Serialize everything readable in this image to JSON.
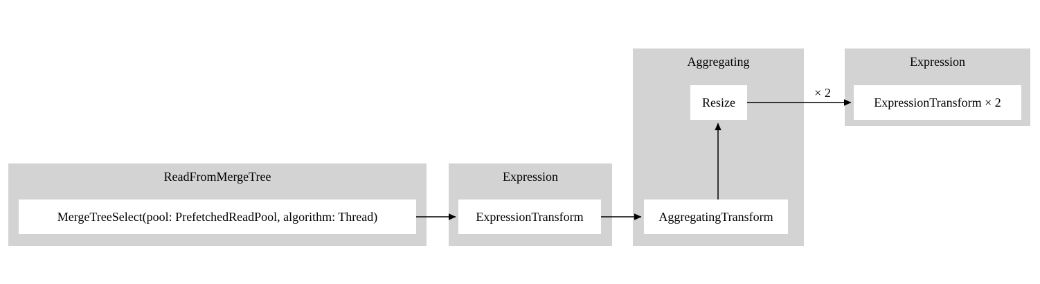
{
  "diagram": {
    "clusters": [
      {
        "label": "ReadFromMergeTree"
      },
      {
        "label": "Expression"
      },
      {
        "label": "Aggregating"
      },
      {
        "label": "Expression"
      }
    ],
    "nodes": [
      {
        "label": "MergeTreeSelect(pool: PrefetchedReadPool, algorithm: Thread)"
      },
      {
        "label": "ExpressionTransform"
      },
      {
        "label": "AggregatingTransform"
      },
      {
        "label": "Resize"
      },
      {
        "label": "ExpressionTransform × 2"
      }
    ],
    "edges": [
      {
        "from": "MergeTreeSelect(pool: PrefetchedReadPool, algorithm: Thread)",
        "to": "ExpressionTransform",
        "label": ""
      },
      {
        "from": "ExpressionTransform",
        "to": "AggregatingTransform",
        "label": ""
      },
      {
        "from": "AggregatingTransform",
        "to": "Resize",
        "label": ""
      },
      {
        "from": "Resize",
        "to": "ExpressionTransform × 2",
        "label": "× 2"
      }
    ],
    "colors": {
      "cluster_bg": "#d3d3d3",
      "node_bg": "#ffffff",
      "edge": "#000000",
      "text": "#000000"
    }
  }
}
